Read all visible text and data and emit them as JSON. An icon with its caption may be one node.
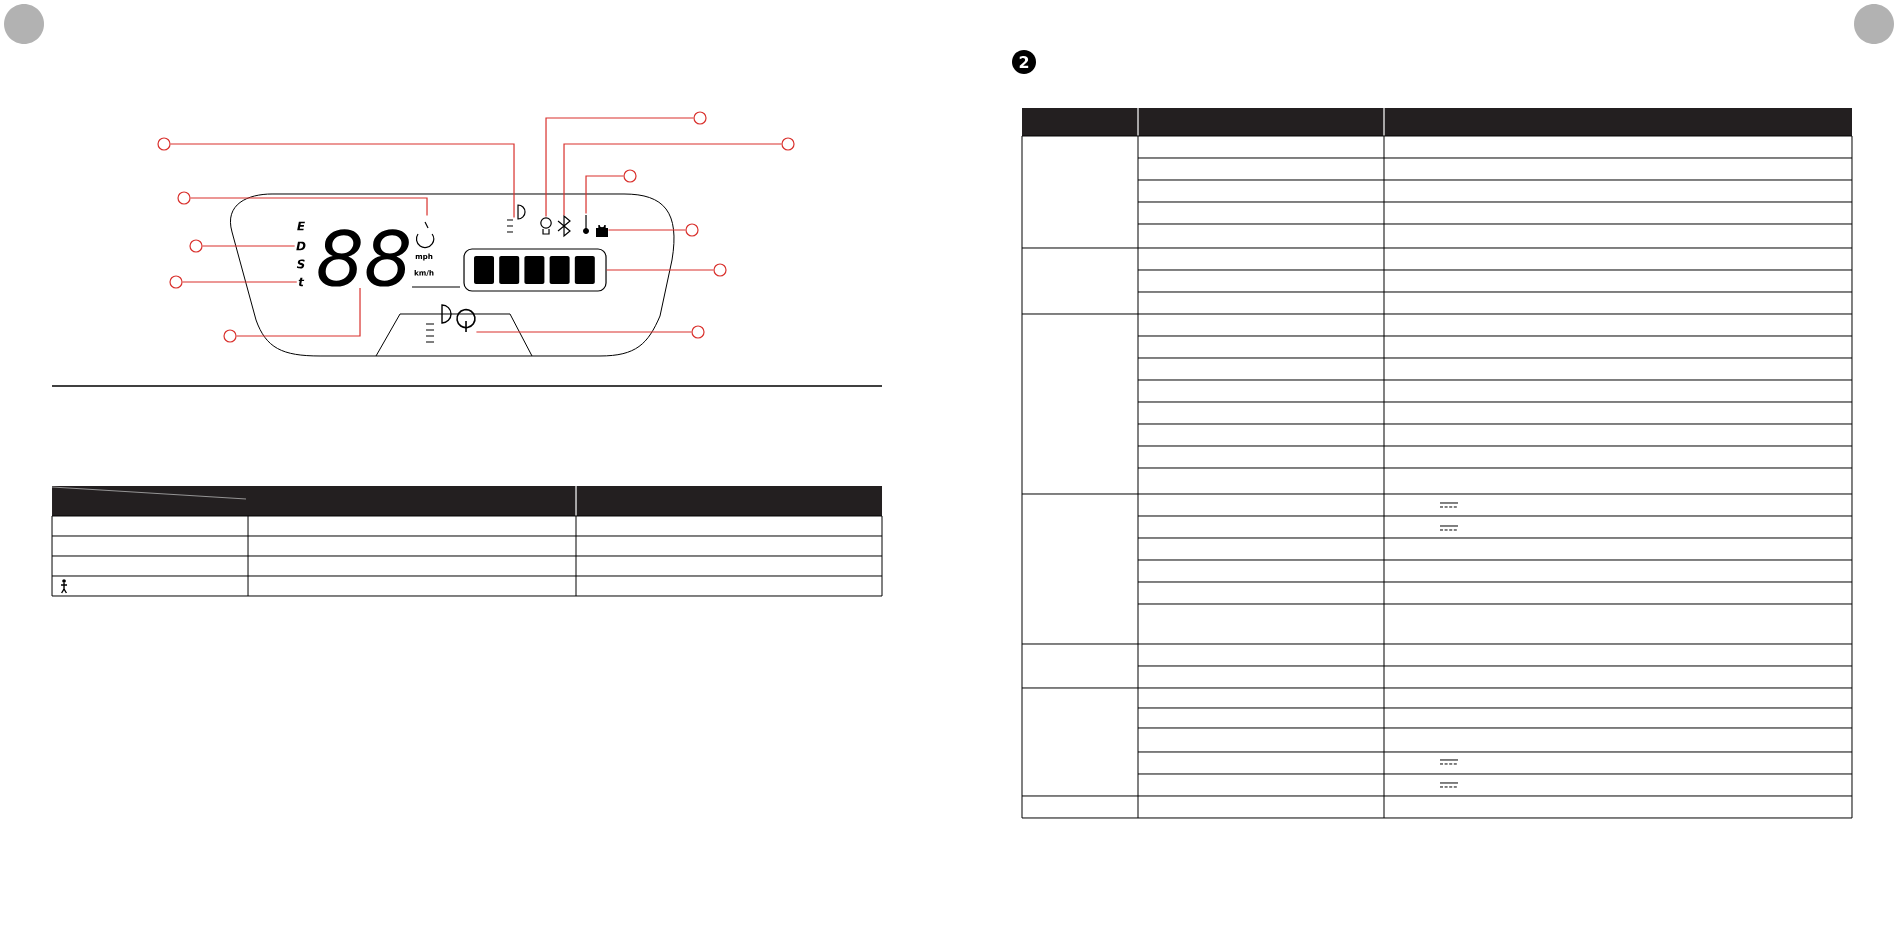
{
  "diagram": {
    "nodes": [
      {
        "text": [],
        "shape": "circle"
      },
      {
        "text": [],
        "shape": "circle"
      },
      {
        "text": [],
        "shape": "circle"
      },
      {
        "text": [],
        "shape": "circle"
      },
      {
        "text": [],
        "shape": "circle"
      },
      {
        "text": [],
        "shape": "circle"
      },
      {
        "text": [],
        "shape": "circle"
      },
      {
        "text": [],
        "shape": "circle"
      },
      {
        "text": [],
        "shape": "circle"
      },
      {
        "text": [],
        "shape": "circle"
      },
      {
        "text": [],
        "shape": "circle"
      },
      {
        "text": [],
        "shape": "headlight"
      },
      {
        "text": [],
        "shape": "bulb"
      },
      {
        "text": [],
        "shape": "bluetooth"
      },
      {
        "text": [],
        "shape": "thermometer"
      },
      {
        "text": [],
        "shape": "lock"
      },
      {
        "text": [],
        "shape": "bar"
      },
      {
        "text": [],
        "shape": "power"
      },
      {
        "text": [],
        "shape": "gauge"
      },
      {
        "text": [
          "D"
        ]
      },
      {
        "text": [
          "t"
        ]
      },
      {
        "text": [
          "88"
        ]
      }
    ],
    "edges": [
      {
        "from": 0,
        "to": 11,
        "arrow": "none"
      },
      {
        "from": 1,
        "to": 12,
        "arrow": "none"
      },
      {
        "from": 2,
        "to": 13,
        "arrow": "none"
      },
      {
        "from": 3,
        "to": 14,
        "arrow": "none"
      },
      {
        "from": 4,
        "to": 15,
        "arrow": "none"
      },
      {
        "from": 5,
        "to": 16,
        "arrow": "none"
      },
      {
        "from": 6,
        "to": 17,
        "arrow": "none"
      },
      {
        "from": 7,
        "to": 18,
        "arrow": "none"
      },
      {
        "from": 8,
        "to": 19,
        "arrow": "none"
      },
      {
        "from": 9,
        "to": 20,
        "arrow": "none"
      },
      {
        "from": 10,
        "to": 21,
        "arrow": "none"
      }
    ],
    "labels": [
      "E",
      "S",
      "mph",
      "km/h",
      "2"
    ]
  }
}
